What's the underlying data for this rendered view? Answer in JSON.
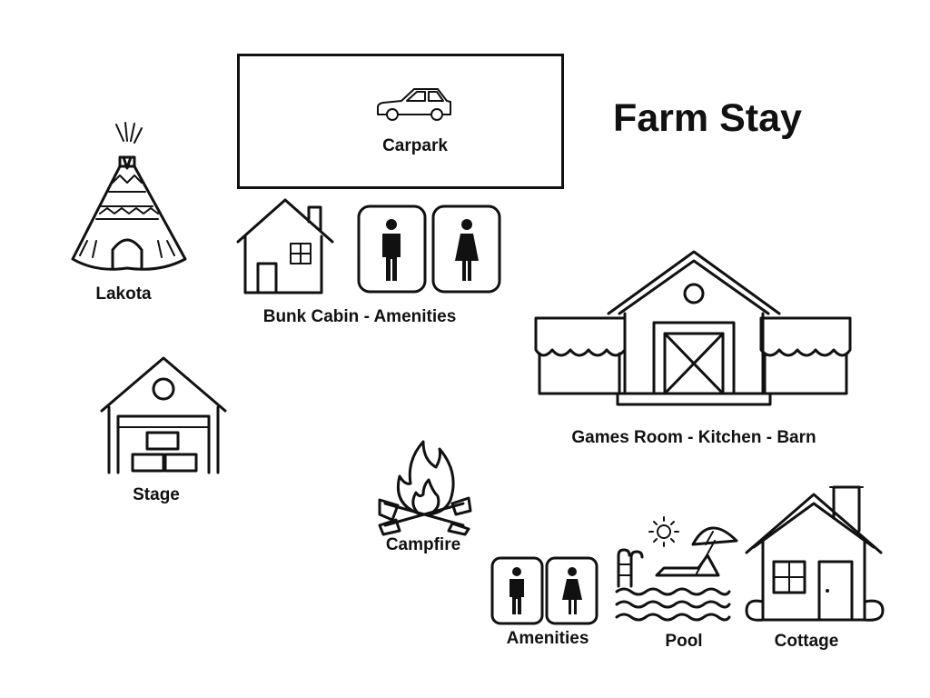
{
  "title": "Farm Stay",
  "locations": {
    "carpark": "Carpark",
    "lakota": "Lakota",
    "bunk_cabin": "Bunk Cabin - Amenities",
    "games_room": "Games Room - Kitchen - Barn",
    "stage": "Stage",
    "campfire": "Campfire",
    "amenities": "Amenities",
    "pool": "Pool",
    "cottage": "Cottage"
  },
  "icons": {
    "carpark": "car-icon",
    "lakota": "tipi-icon",
    "bunk_cabin": "house-icon",
    "bunk_amenities": "restroom-icon",
    "games_room": "barn-icon",
    "stage": "garage-icon",
    "campfire": "campfire-icon",
    "amenities": "restroom-icon",
    "pool": "pool-icon",
    "cottage": "cottage-icon"
  }
}
